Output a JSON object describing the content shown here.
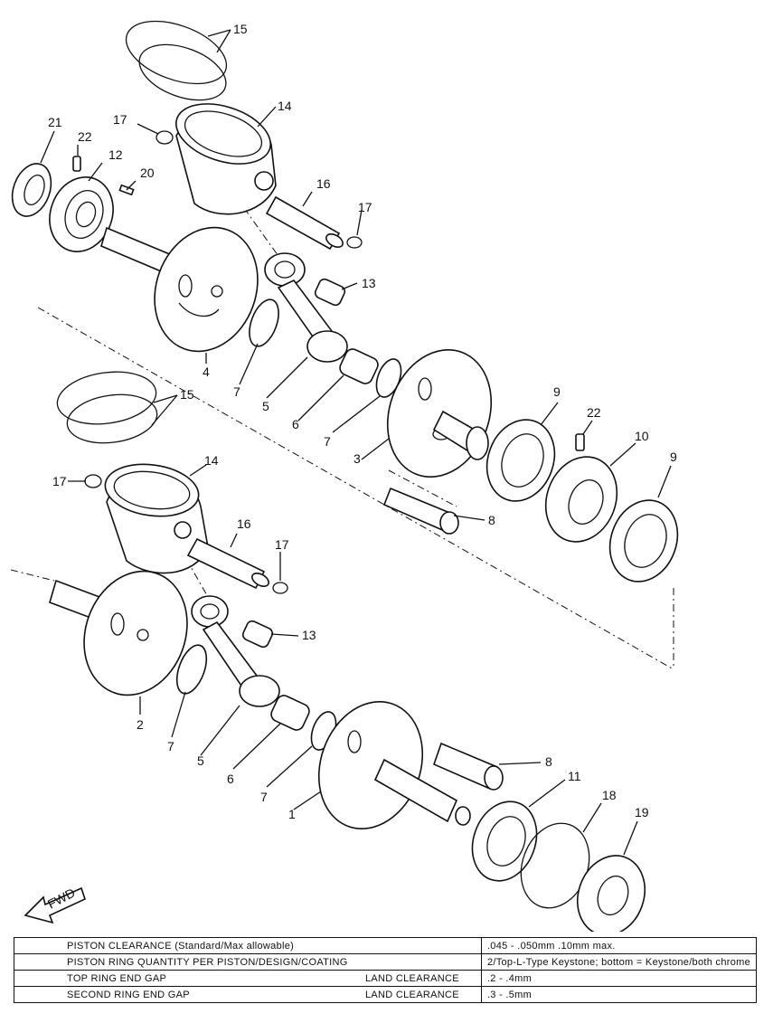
{
  "callouts": {
    "c21": "21",
    "c22a": "22",
    "c12": "12",
    "c20": "20",
    "c17a": "17",
    "c15a": "15",
    "c14a": "14",
    "c16a": "16",
    "c17b": "17",
    "c13a": "13",
    "c4": "4",
    "c7a": "7",
    "c5a": "5",
    "c6a": "6",
    "c7b": "7",
    "c3": "3",
    "c9a": "9",
    "c22b": "22",
    "c10": "10",
    "c9b": "9",
    "c8a": "8",
    "c15b": "15",
    "c17c": "17",
    "c14b": "14",
    "c16b": "16",
    "c17d": "17",
    "c13b": "13",
    "c2": "2",
    "c7c": "7",
    "c5b": "5",
    "c6b": "6",
    "c7d": "7",
    "c1": "1",
    "c8b": "8",
    "c11": "11",
    "c18": "18",
    "c19": "19"
  },
  "fwd_label": "FWD",
  "specs": {
    "r1": {
      "label": "PISTON CLEARANCE (Standard/Max allowable)",
      "sub": "",
      "value": ".045 - .050mm          .10mm max."
    },
    "r2": {
      "label": "PISTON RING QUANTITY PER PISTON/DESIGN/COATING",
      "sub": "",
      "value": "2/Top-L-Type Keystone; bottom = Keystone/both chrome"
    },
    "r3": {
      "label": "TOP RING END GAP",
      "sub": "LAND CLEARANCE",
      "value": ".2 - .4mm"
    },
    "r4": {
      "label": "SECOND RING END GAP",
      "sub": "LAND CLEARANCE",
      "value": ".3 - .5mm"
    }
  }
}
